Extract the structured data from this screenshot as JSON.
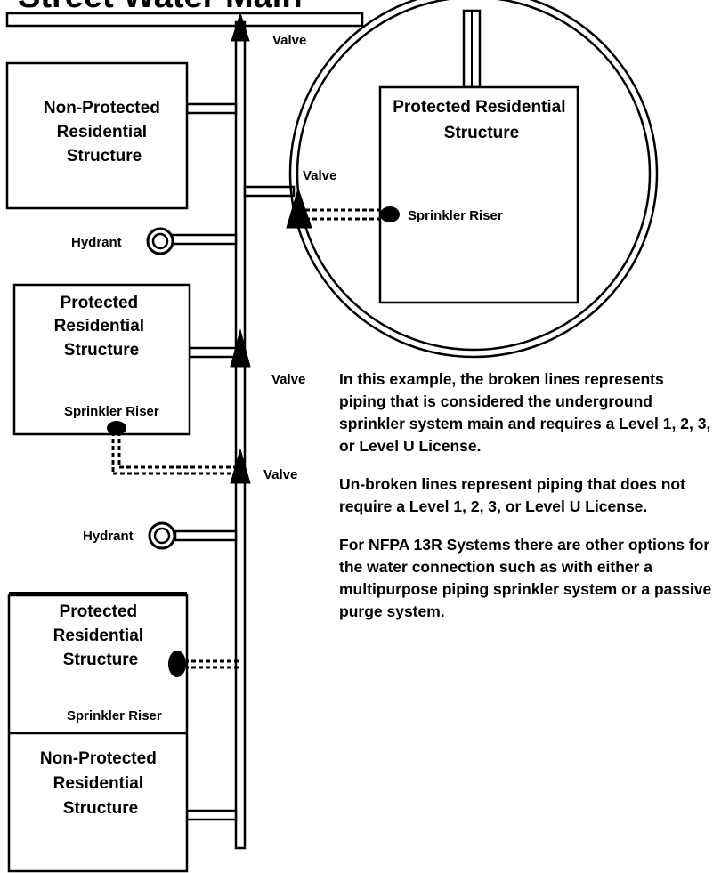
{
  "title": "Street Water Main",
  "labels": {
    "valve": "Valve",
    "hydrant": "Hydrant",
    "sprinkler_riser": "Sprinkler Riser",
    "protected_structure": [
      "Protected",
      "Residential",
      "Structure"
    ],
    "non_protected_structure": [
      "Non-Protected",
      "Residential",
      "Structure"
    ],
    "detail_structure": [
      "Protected Residential",
      "Structure"
    ]
  },
  "notes": [
    "In this example, the broken lines represents piping that is considered the underground sprinkler system main and requires a Level 1, 2, 3, or Level U License.",
    "Un-broken lines represent piping that does not require a Level 1, 2, 3, or Level U License.",
    "For NFPA 13R Systems there are other options for the water connection such as with either a multipurpose piping sprinkler system or a passive purge system."
  ]
}
